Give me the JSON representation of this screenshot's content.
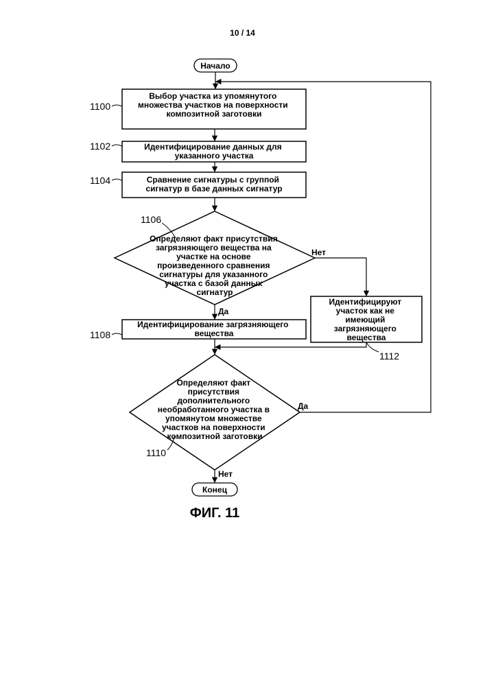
{
  "page_number": "10 / 14",
  "flowchart": {
    "start": "Начало",
    "end": "Конец",
    "steps": [
      {
        "ref": "1100",
        "lines": [
          "Выбор участка из упомянутого",
          "множества участков на поверхности",
          "композитной заготовки"
        ]
      },
      {
        "ref": "1102",
        "lines": [
          "Идентифицирование данных для",
          "указанного участка"
        ]
      },
      {
        "ref": "1104",
        "lines": [
          "Сравнение сигнатуры с группой",
          "сигнатур в базе данных сигнатур"
        ]
      },
      {
        "ref": "1106",
        "lines": [
          "Определяют факт присутствия",
          "загрязняющего вещества на",
          "участке на основе",
          "произведенного сравнения",
          "сигнатуры для указанного",
          "участка с базой данных",
          "сигнатур"
        ]
      },
      {
        "ref": "1108",
        "lines": [
          "Идентифицирование загрязняющего",
          "вещества"
        ]
      },
      {
        "ref": "1112",
        "lines": [
          "Идентифицируют",
          "участок как не",
          "имеющий",
          "загрязняющего",
          "вещества"
        ]
      },
      {
        "ref": "1110",
        "lines": [
          "Определяют факт",
          "присутствия",
          "дополнительного",
          "необработанного участка в",
          "упомянутом множестве",
          "участков на поверхности",
          "композитной заготовки"
        ]
      }
    ],
    "branches": {
      "d1106_yes": "Да",
      "d1106_no": "Нет",
      "d1110_yes": "Да",
      "d1110_no": "Нет"
    }
  },
  "caption": "ФИГ. 11"
}
